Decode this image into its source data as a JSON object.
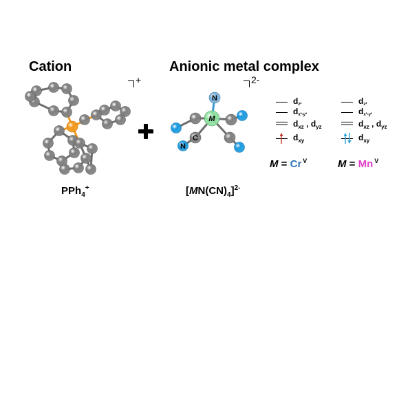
{
  "headings": {
    "cation": "Cation",
    "anion": "Anionic metal complex"
  },
  "cation": {
    "formula_main": "PPh",
    "formula_sub": "4",
    "formula_sup": "+",
    "charge": "+"
  },
  "anion": {
    "formula_open": "[",
    "formula_metal": "M",
    "formula_rest": "N(CN)",
    "formula_sub": "4",
    "formula_close": "]",
    "formula_sup": "2-",
    "charge": "2-"
  },
  "plus_symbol": "+",
  "molecule_labels": {
    "metal": "M",
    "nitrogen_top": "N",
    "nitrogen_bottom": "N",
    "carbon": "C"
  },
  "orbital_diagrams": [
    {
      "name": "Cr",
      "metal_symbol": "M",
      "equals": " = ",
      "element": "Cr",
      "oxidation": "V",
      "element_color": "#2d74b5",
      "electron": "single",
      "electron_color": "#c0392b",
      "orbitals": {
        "dz2": "d",
        "dz2_sub": "z²",
        "dx2y2": "d",
        "dx2y2_sub": "x²-y²",
        "dxz": "d",
        "dxz_sub": "xz",
        "sep": " , ",
        "dyz": "d",
        "dyz_sub": "yz",
        "dxy": "d",
        "dxy_sub": "xy"
      }
    },
    {
      "name": "Mn",
      "metal_symbol": "M",
      "equals": " = ",
      "element": "Mn",
      "oxidation": "V",
      "element_color": "#e040c8",
      "electron": "pair",
      "electron_color": "#29a3d6",
      "orbitals": {
        "dz2": "d",
        "dz2_sub": "z²",
        "dx2y2": "d",
        "dx2y2_sub": "x²-y²",
        "dxz": "d",
        "dxz_sub": "xz",
        "sep": " , ",
        "dyz": "d",
        "dyz_sub": "yz",
        "dxy": "d",
        "dxy_sub": "xy"
      }
    }
  ],
  "colors": {
    "carbon_atom": "#808080",
    "phosphorus_atom": "#f39a1e",
    "metal_atom": "#8fe0a0",
    "nitrogen_atom": "#7fb3d9",
    "cyanide_n_atom": "#1e9be0",
    "bond": "#6e6e6e"
  }
}
